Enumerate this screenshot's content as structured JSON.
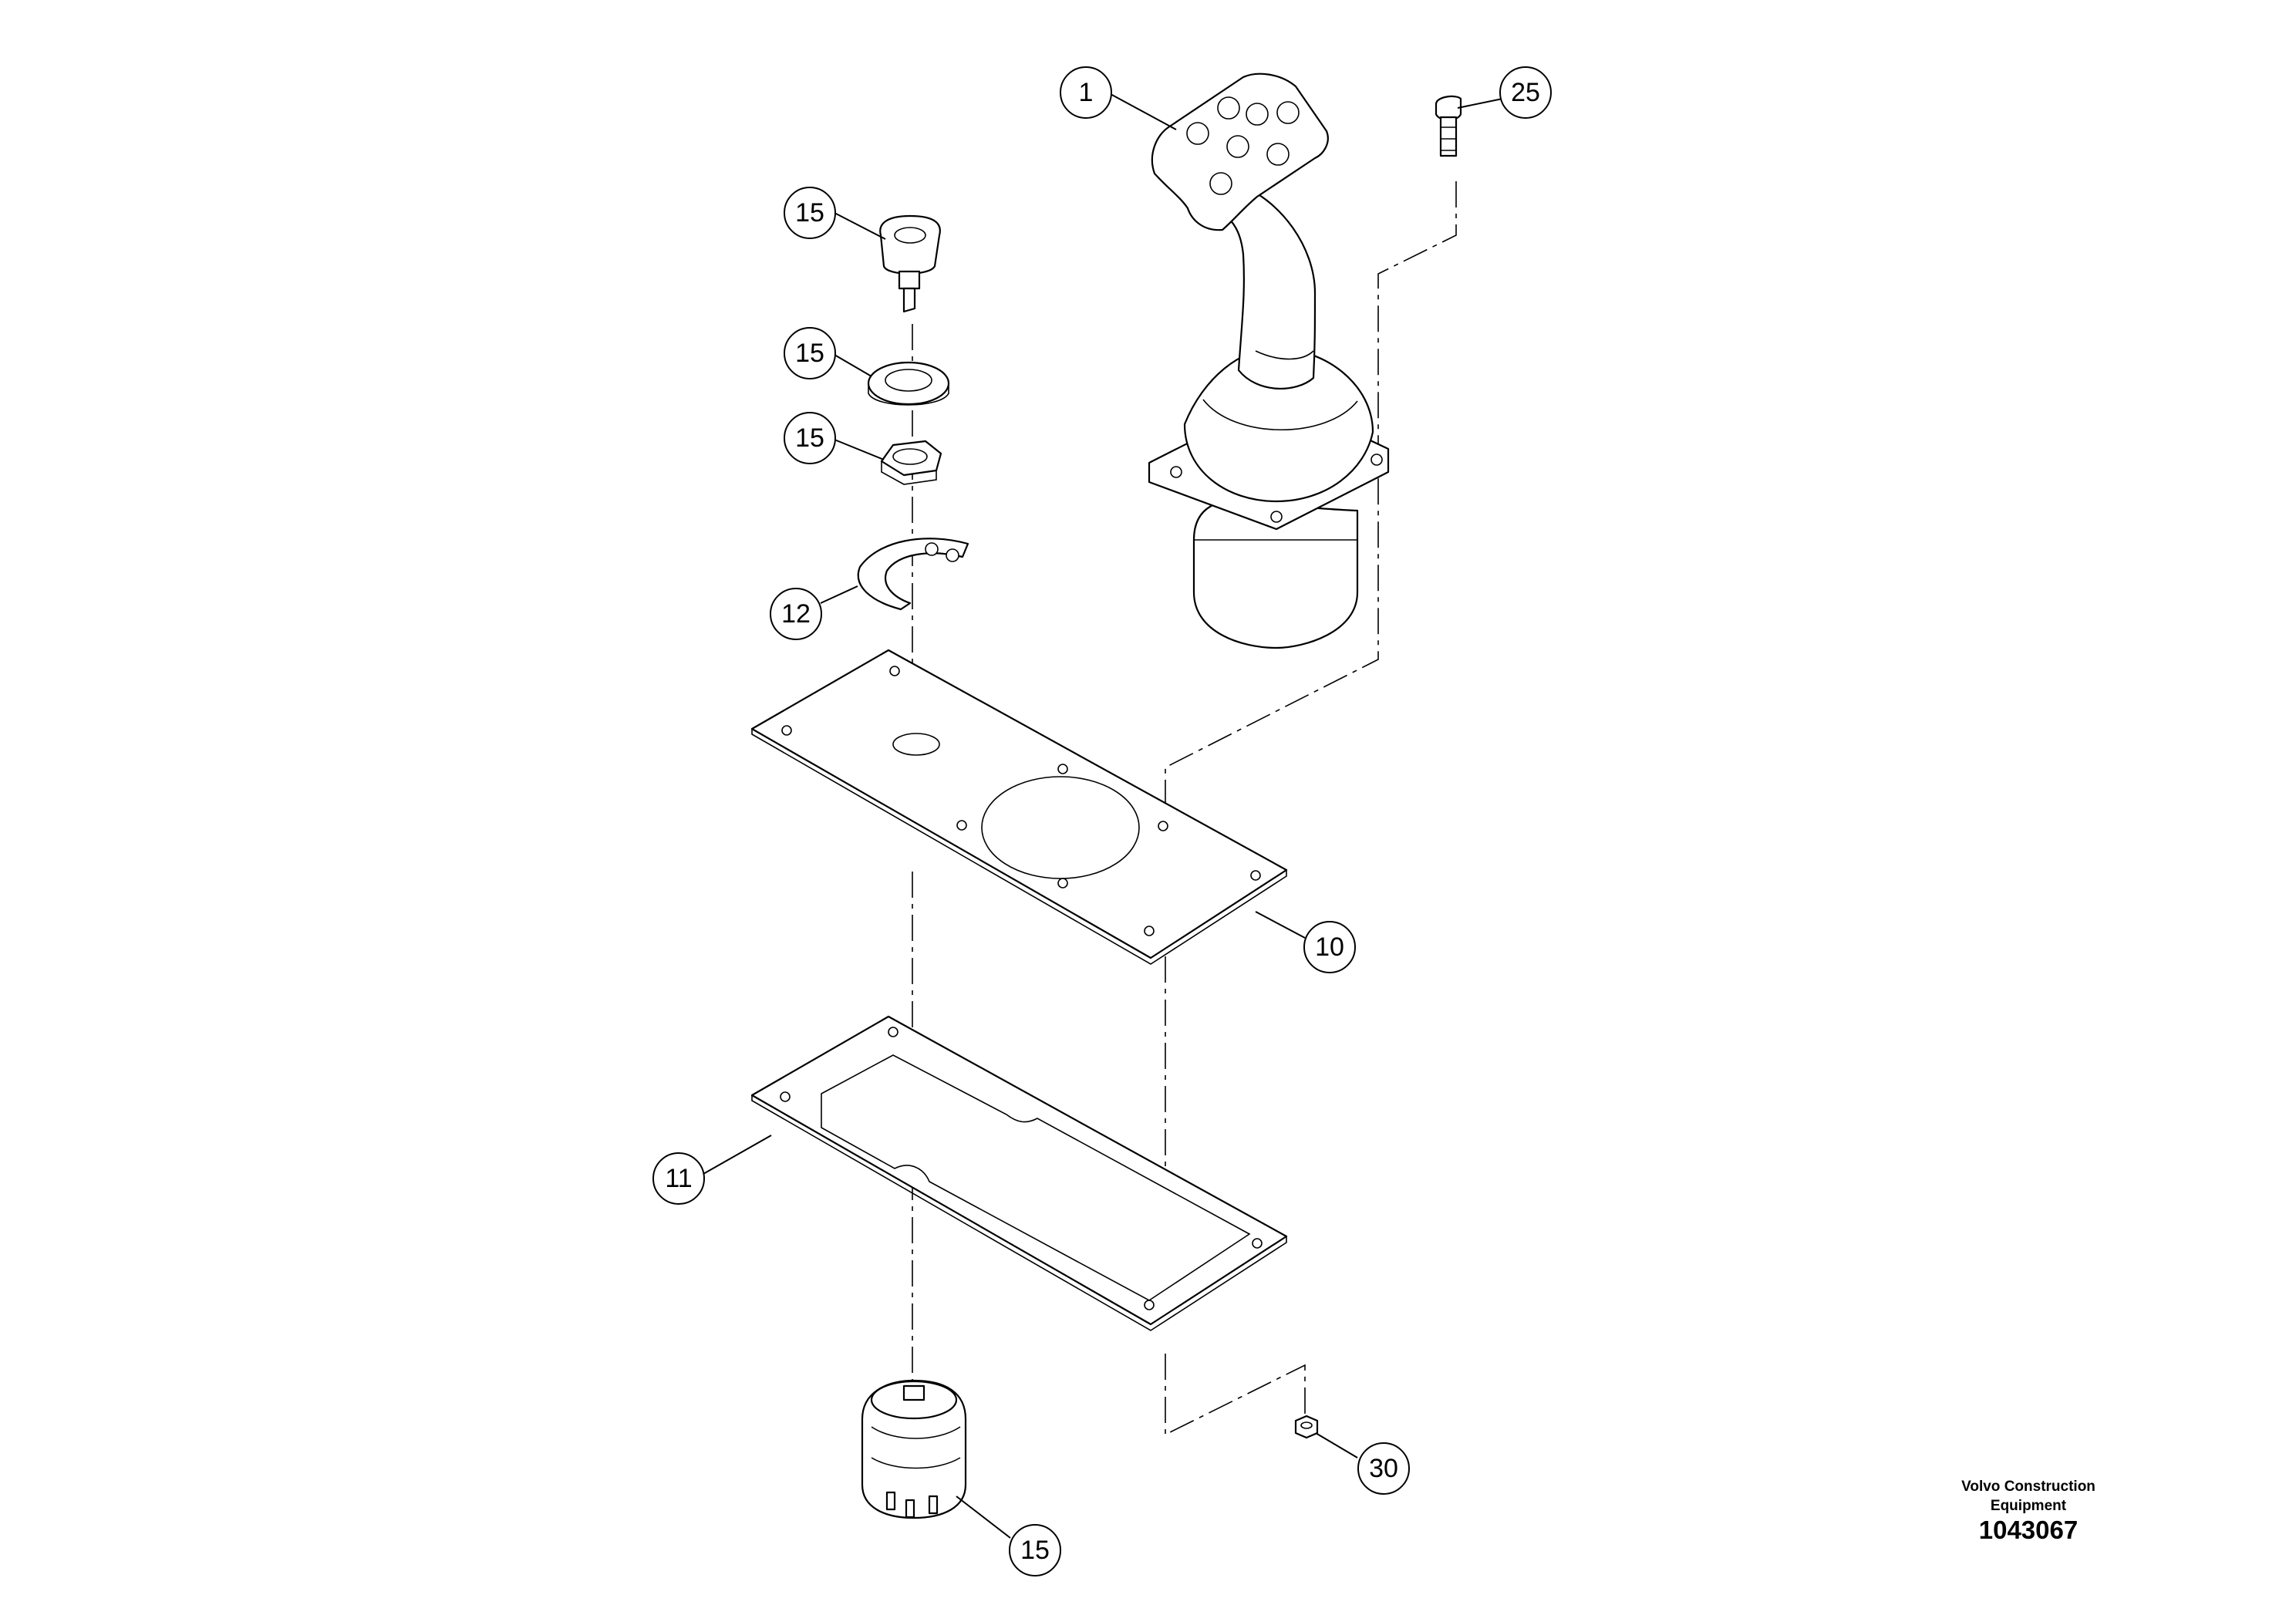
{
  "callouts": [
    {
      "id": "joystick",
      "label": "1"
    },
    {
      "id": "bolt",
      "label": "25"
    },
    {
      "id": "key",
      "label": "15"
    },
    {
      "id": "washer",
      "label": "15"
    },
    {
      "id": "nut",
      "label": "15"
    },
    {
      "id": "plate-indicator",
      "label": "12"
    },
    {
      "id": "mounting-plate",
      "label": "10"
    },
    {
      "id": "gasket",
      "label": "11"
    },
    {
      "id": "nut-small",
      "label": "30"
    },
    {
      "id": "ignition-switch",
      "label": "15"
    }
  ],
  "footer": {
    "brand_line1": "Volvo Construction",
    "brand_line2": "Equipment",
    "drawing_number": "1043067"
  }
}
